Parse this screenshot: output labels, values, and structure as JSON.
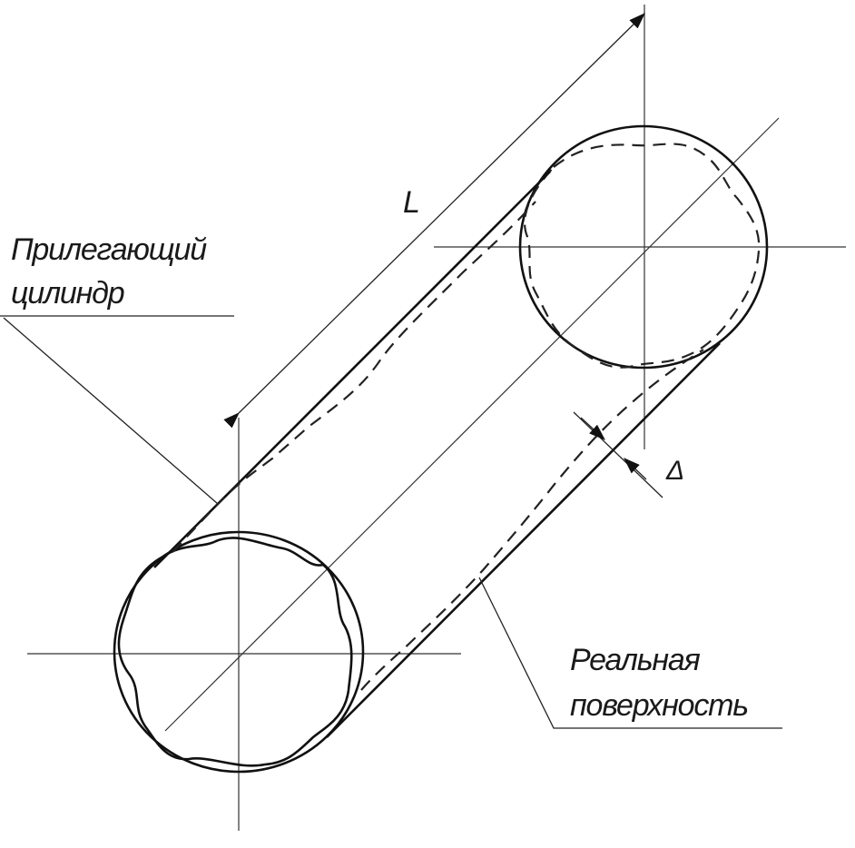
{
  "labels": {
    "adjacent_cylinder_line1": "Прилегающий",
    "adjacent_cylinder_line2": "цилиндр",
    "real_surface_line1": "Реальная",
    "real_surface_line2": "поверхность",
    "length": "L",
    "deviation": "Δ"
  },
  "colors": {
    "line": "#111111",
    "background": "#ffffff"
  }
}
